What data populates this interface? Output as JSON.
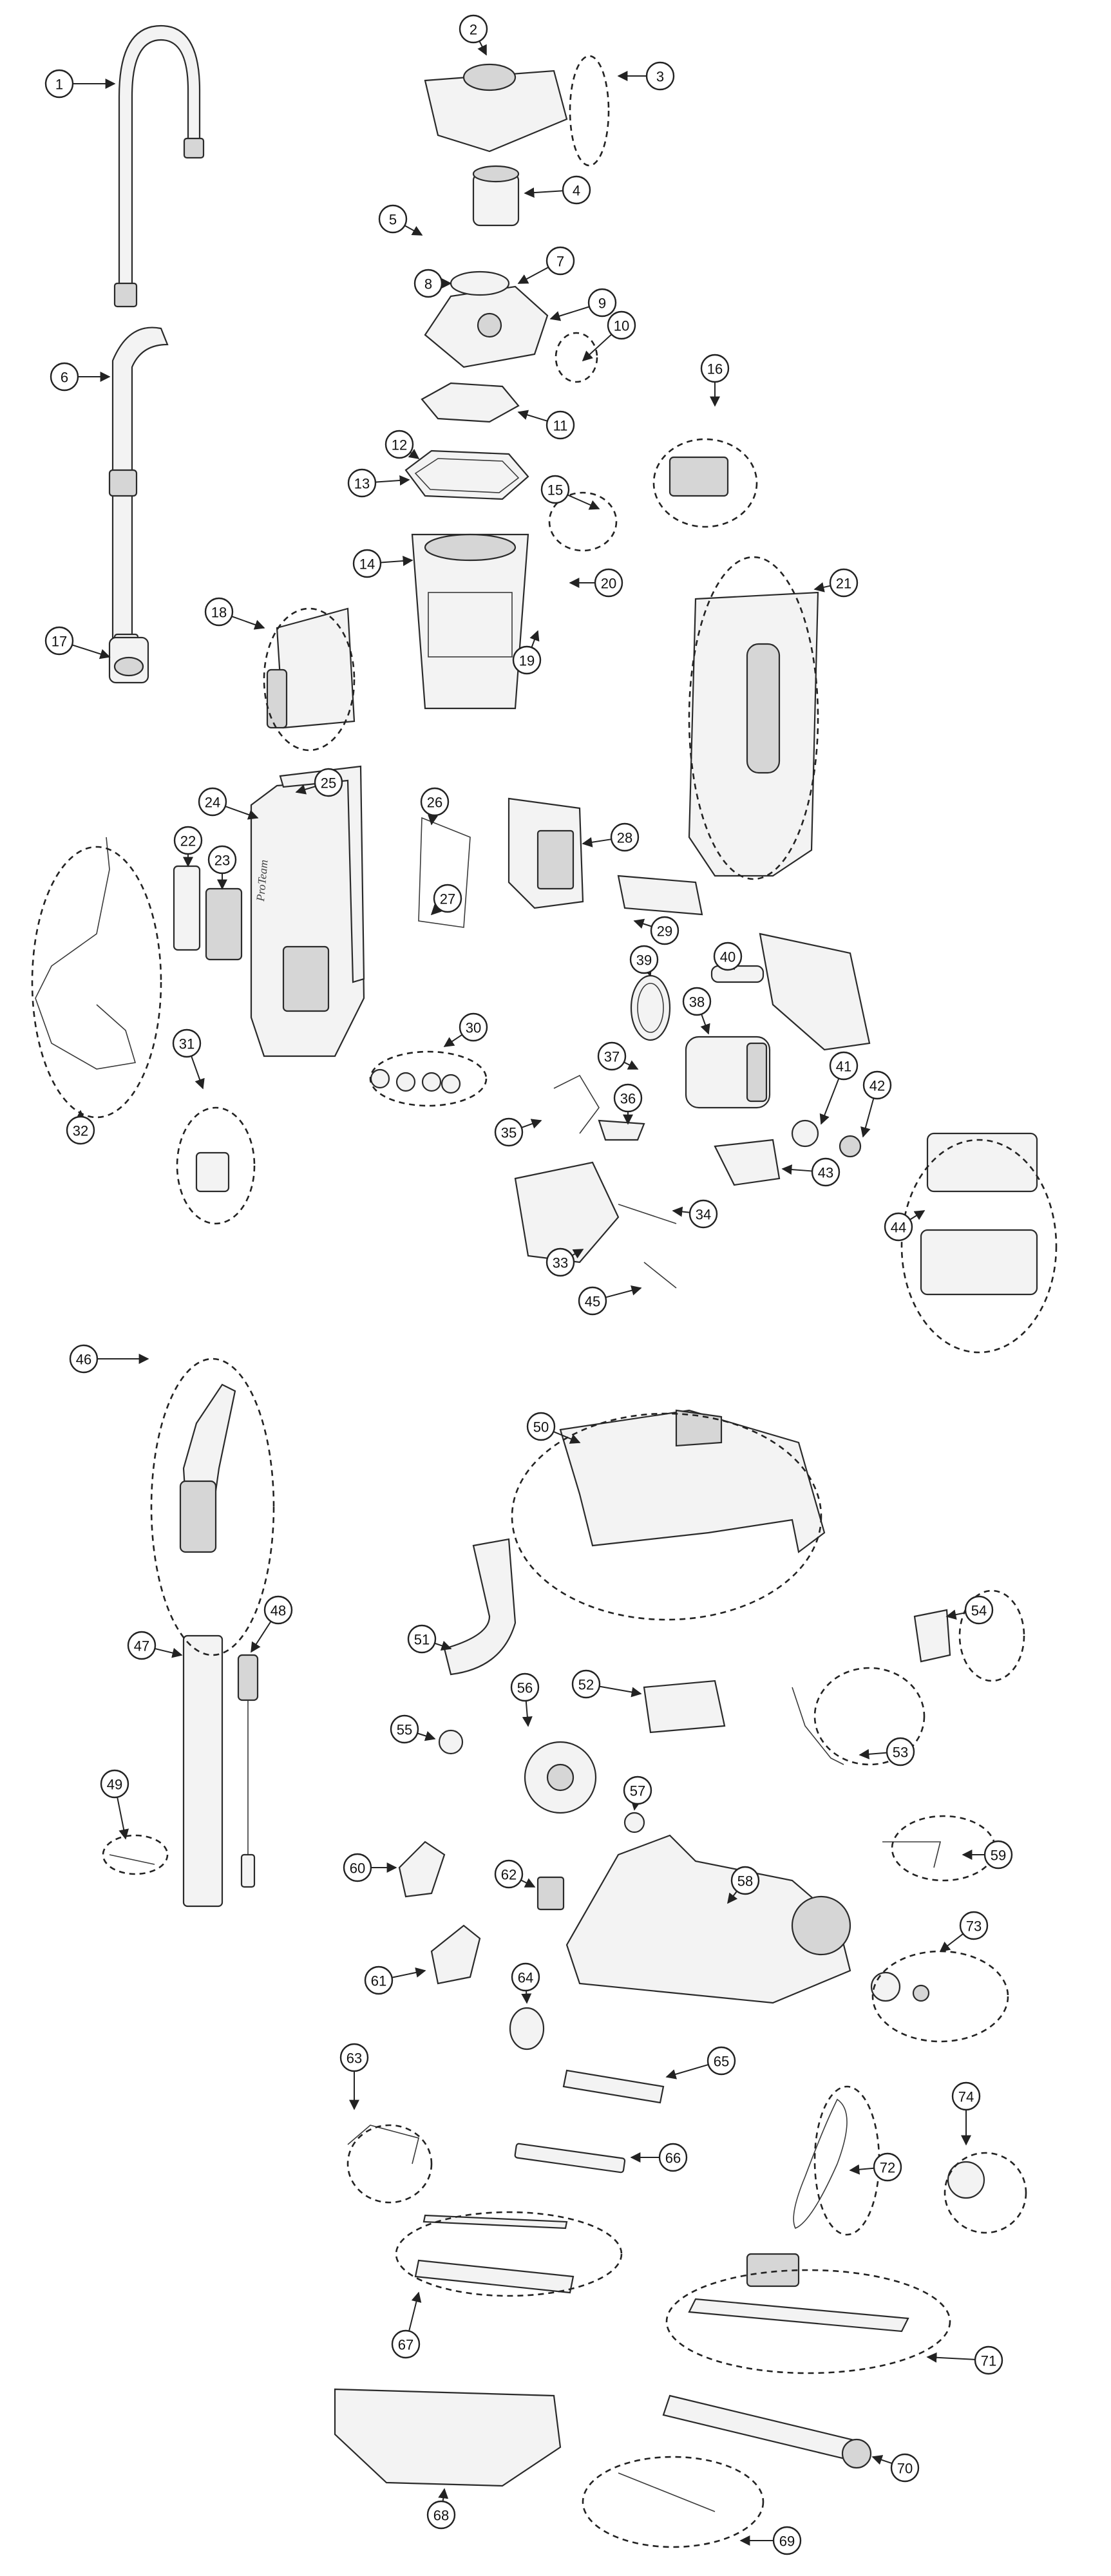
{
  "diagram": {
    "part_numbers": [
      "1",
      "2",
      "3",
      "4",
      "5",
      "6",
      "7",
      "8",
      "9",
      "10",
      "11",
      "12",
      "13",
      "14",
      "15",
      "16",
      "17",
      "18",
      "19",
      "20",
      "21",
      "22",
      "23",
      "24",
      "25",
      "26",
      "27",
      "28",
      "29",
      "30",
      "31",
      "32",
      "33",
      "34",
      "35",
      "36",
      "37",
      "38",
      "39",
      "40",
      "41",
      "42",
      "43",
      "44",
      "45",
      "46",
      "47",
      "48",
      "49",
      "50",
      "51",
      "52",
      "53",
      "54",
      "55",
      "56",
      "57",
      "58",
      "59",
      "60",
      "61",
      "62",
      "63",
      "64",
      "65",
      "66",
      "67",
      "68",
      "69",
      "70",
      "71",
      "72",
      "73",
      "74"
    ],
    "brand_label": "ProTeam"
  }
}
